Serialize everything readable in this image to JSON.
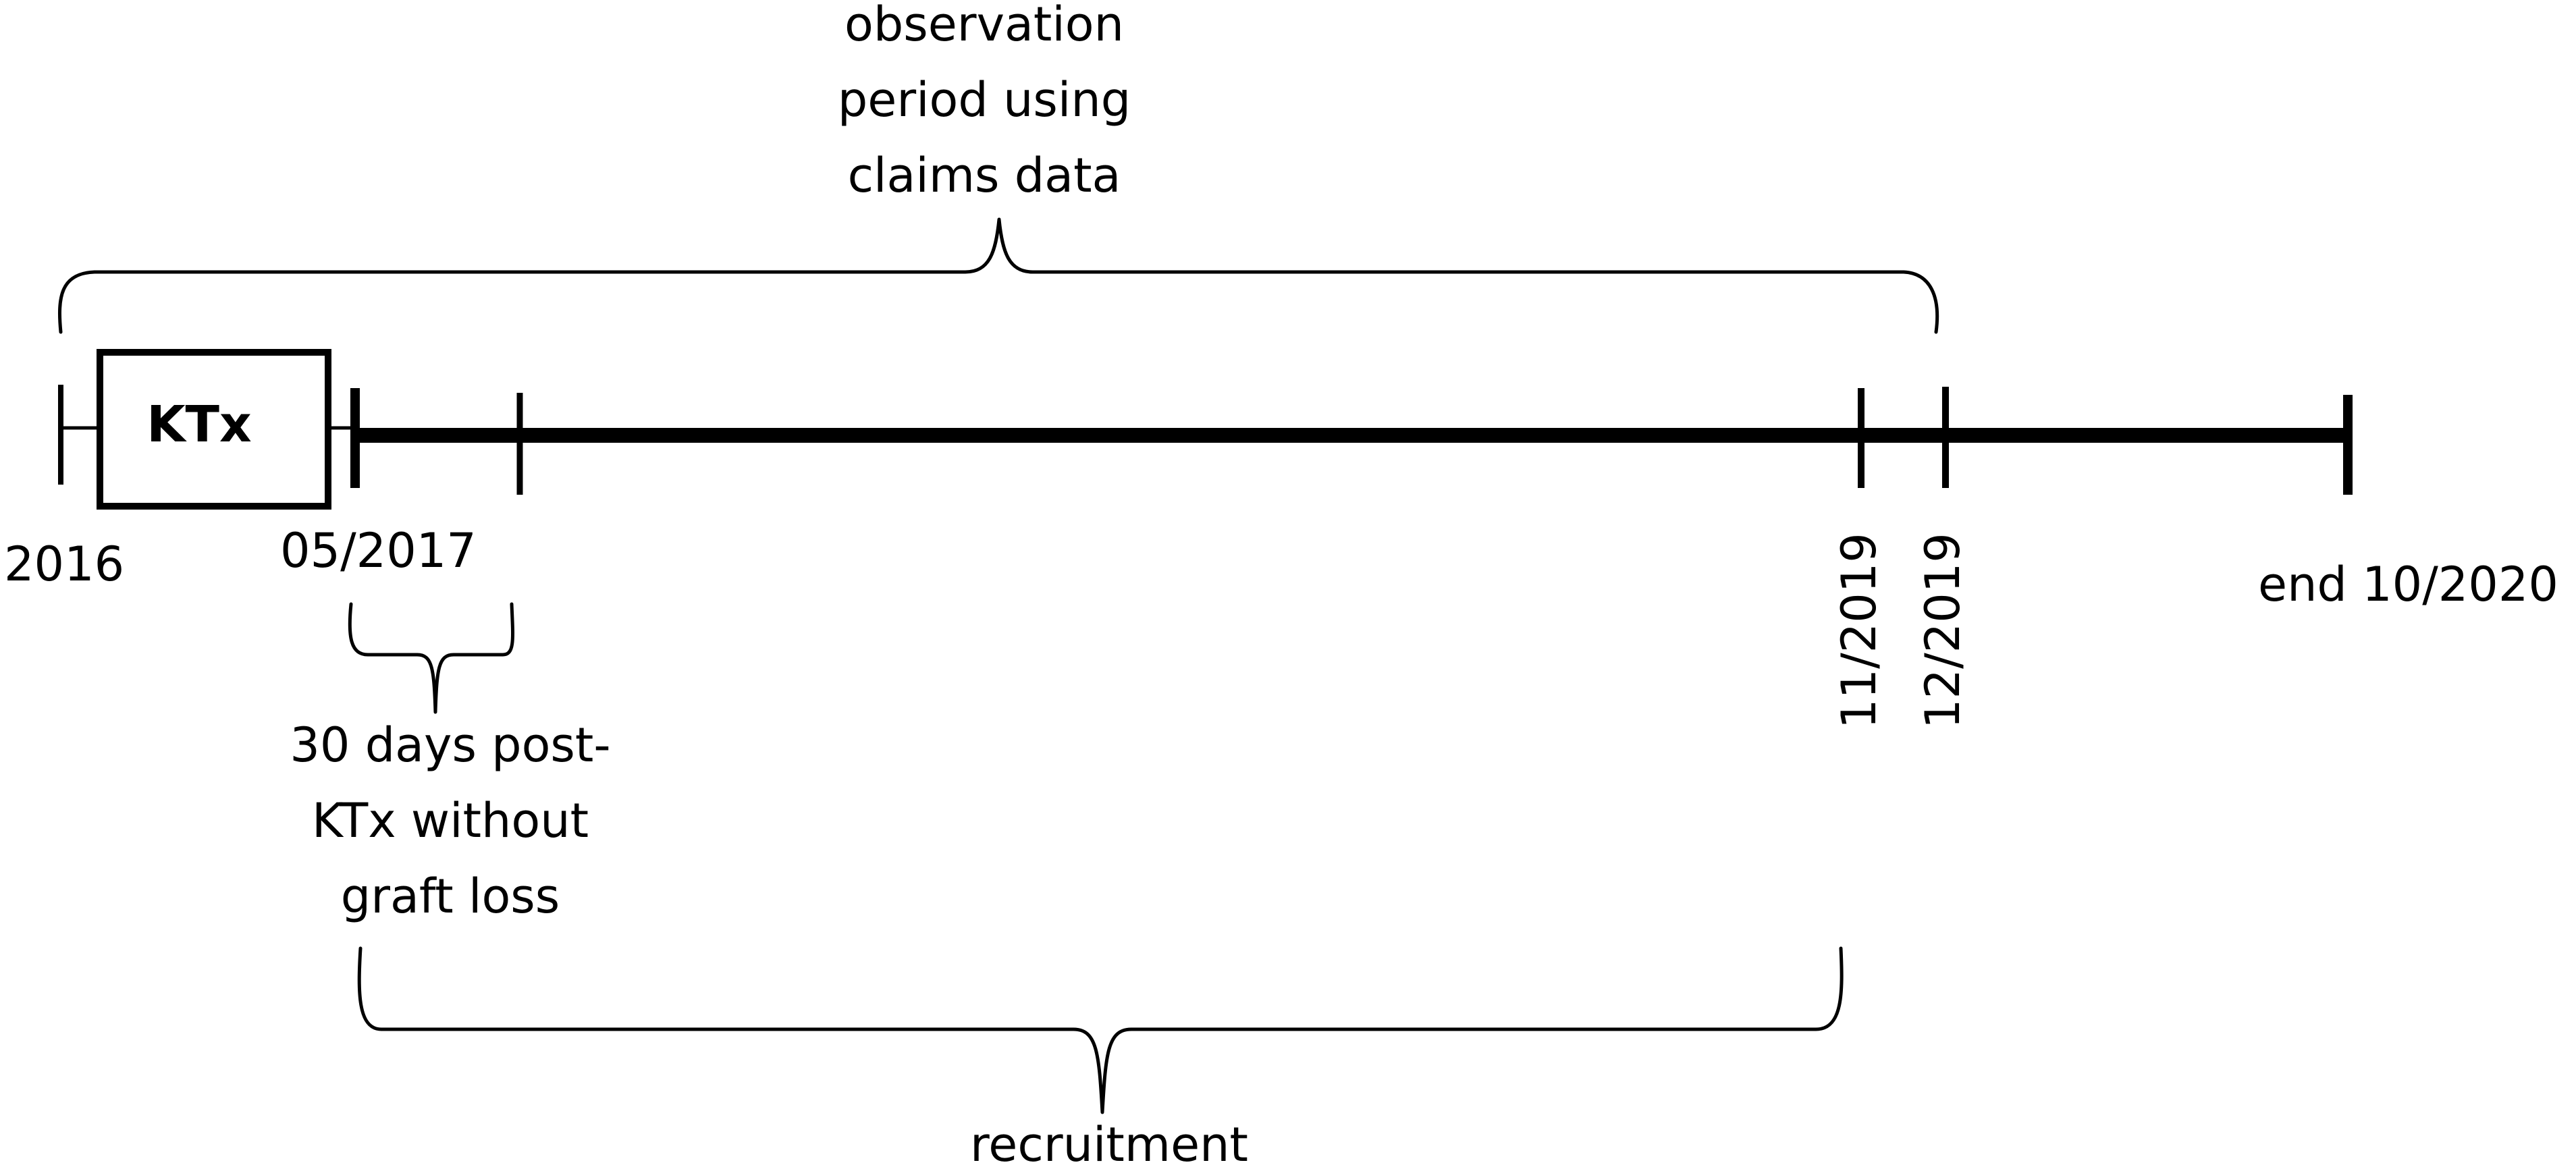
{
  "diagram": {
    "box_label": "KTx",
    "labels": {
      "start": "2016",
      "first_date": "05/2017",
      "recruit_end": "11/2019",
      "obs_end": "12/2019",
      "study_end": "end 10/2020"
    },
    "observation": {
      "line1": "observation",
      "line2": "period using",
      "line3": "claims data"
    },
    "postktx": {
      "line1": "30 days post-",
      "line2": "KTx without",
      "line3": "graft loss"
    },
    "recruitment": "recruitment",
    "colors": {
      "line": "#000000",
      "background": "#ffffff"
    }
  }
}
